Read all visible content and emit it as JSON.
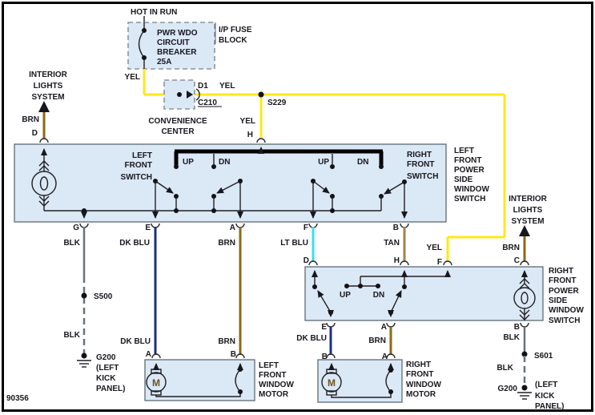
{
  "diagram_number": "90356",
  "power_feed": {
    "source": "HOT IN RUN",
    "breaker_lines": [
      "PWR WDO",
      "CIRCUIT",
      "BREAKER",
      "25A"
    ],
    "fuse_block_lines": [
      "I/P FUSE",
      "BLOCK"
    ]
  },
  "convenience_center": {
    "name_lines": [
      "CONVENIENCE",
      "CENTER"
    ],
    "pin": "D1",
    "connector_id": "C210"
  },
  "splices": {
    "s229": "S229",
    "s500": "S500",
    "s601": "S601"
  },
  "ground": {
    "id": "G200",
    "location_lines": [
      "(LEFT",
      "KICK",
      "PANEL)"
    ]
  },
  "interior_lights": {
    "lines": [
      "INTERIOR",
      "LIGHTS",
      "SYSTEM"
    ]
  },
  "wire_colors": {
    "yel": "YEL",
    "brn": "BRN",
    "blk": "BLK",
    "dk_blu": "DK BLU",
    "lt_blu": "LT BLU",
    "tan": "TAN"
  },
  "terminals": {
    "a": "A",
    "b": "B",
    "c": "C",
    "d": "D",
    "e": "E",
    "f": "F",
    "g": "G",
    "h": "H"
  },
  "switch_positions": {
    "up": "UP",
    "dn": "DN"
  },
  "left_window_switch": {
    "name_lines": [
      "LEFT",
      "FRONT",
      "POWER",
      "SIDE",
      "WINDOW",
      "SWITCH"
    ],
    "left_sub_lines": [
      "LEFT",
      "FRONT",
      "SWITCH"
    ],
    "right_sub_lines": [
      "RIGHT",
      "FRONT",
      "SWITCH"
    ]
  },
  "right_window_switch": {
    "name_lines": [
      "RIGHT",
      "FRONT",
      "POWER",
      "SIDE",
      "WINDOW",
      "SWITCH"
    ]
  },
  "left_window_motor": {
    "name_lines": [
      "LEFT",
      "FRONT",
      "WINDOW",
      "MOTOR"
    ],
    "symbol": "M"
  },
  "right_window_motor": {
    "name_lines": [
      "RIGHT",
      "FRONT",
      "WINDOW",
      "MOTOR"
    ],
    "symbol": "M"
  },
  "colors": {
    "yellow": "#ffe817",
    "brown": "#8a6a15",
    "dark_blue": "#1c2f86",
    "light_blue_wire": "#3cdcf2",
    "tan": "#a3824d",
    "black_wire": "#69727a",
    "box_fill": "#dbe8f6",
    "box_border": "#5f6a73",
    "text": "#17171e"
  }
}
